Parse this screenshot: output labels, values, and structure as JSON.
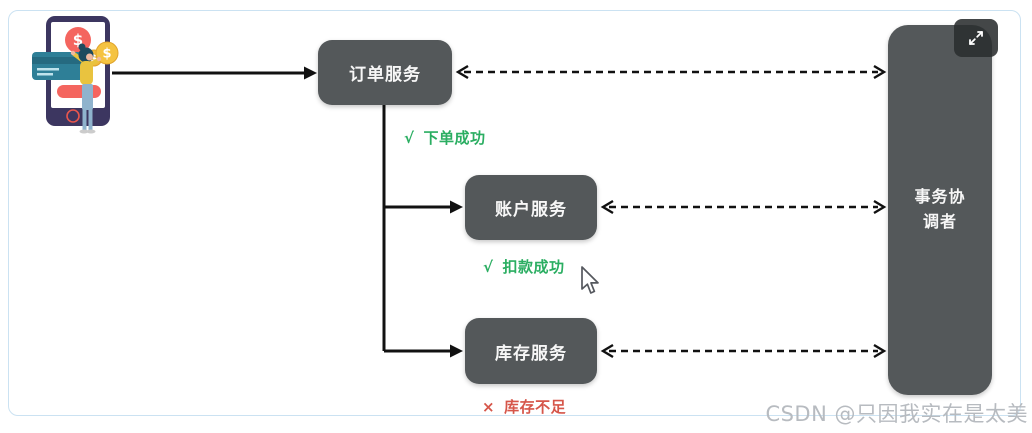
{
  "diagram": {
    "nodes": {
      "order": {
        "label": "订单服务"
      },
      "account": {
        "label": "账户服务"
      },
      "inventory": {
        "label": "库存服务"
      },
      "coordinator": {
        "label_line1": "事务协",
        "label_line2": "调者"
      }
    },
    "annotations": {
      "order_result": {
        "symbol": "√",
        "text": "下单成功",
        "status": "success"
      },
      "account_result": {
        "symbol": "√",
        "text": "扣款成功",
        "status": "success"
      },
      "inventory_result": {
        "symbol": "×",
        "text": "库存不足",
        "status": "error"
      }
    },
    "edges": [
      {
        "from": "user",
        "to": "order",
        "style": "solid-arrow"
      },
      {
        "from": "order",
        "to": "account",
        "style": "solid-arrow"
      },
      {
        "from": "order",
        "to": "inventory",
        "style": "solid-arrow"
      },
      {
        "from": "order",
        "to": "coordinator",
        "style": "dashed-double-arrow"
      },
      {
        "from": "account",
        "to": "coordinator",
        "style": "dashed-double-arrow"
      },
      {
        "from": "inventory",
        "to": "coordinator",
        "style": "dashed-double-arrow"
      }
    ],
    "icons": {
      "expand": "expand-fullscreen-icon",
      "cursor": "mouse-pointer-icon",
      "illustration": "mobile-payment-user-illustration"
    },
    "colors": {
      "node_fill": "#54585a",
      "node_text": "#f7f7f7",
      "success_text": "#2bae62",
      "error_text": "#d6564a",
      "canvas_border": "#cbe2f2",
      "arrow": "#111111",
      "watermark_text": "#b7bbc0"
    }
  },
  "watermark": {
    "text": "CSDN @只因我实在是太美"
  }
}
